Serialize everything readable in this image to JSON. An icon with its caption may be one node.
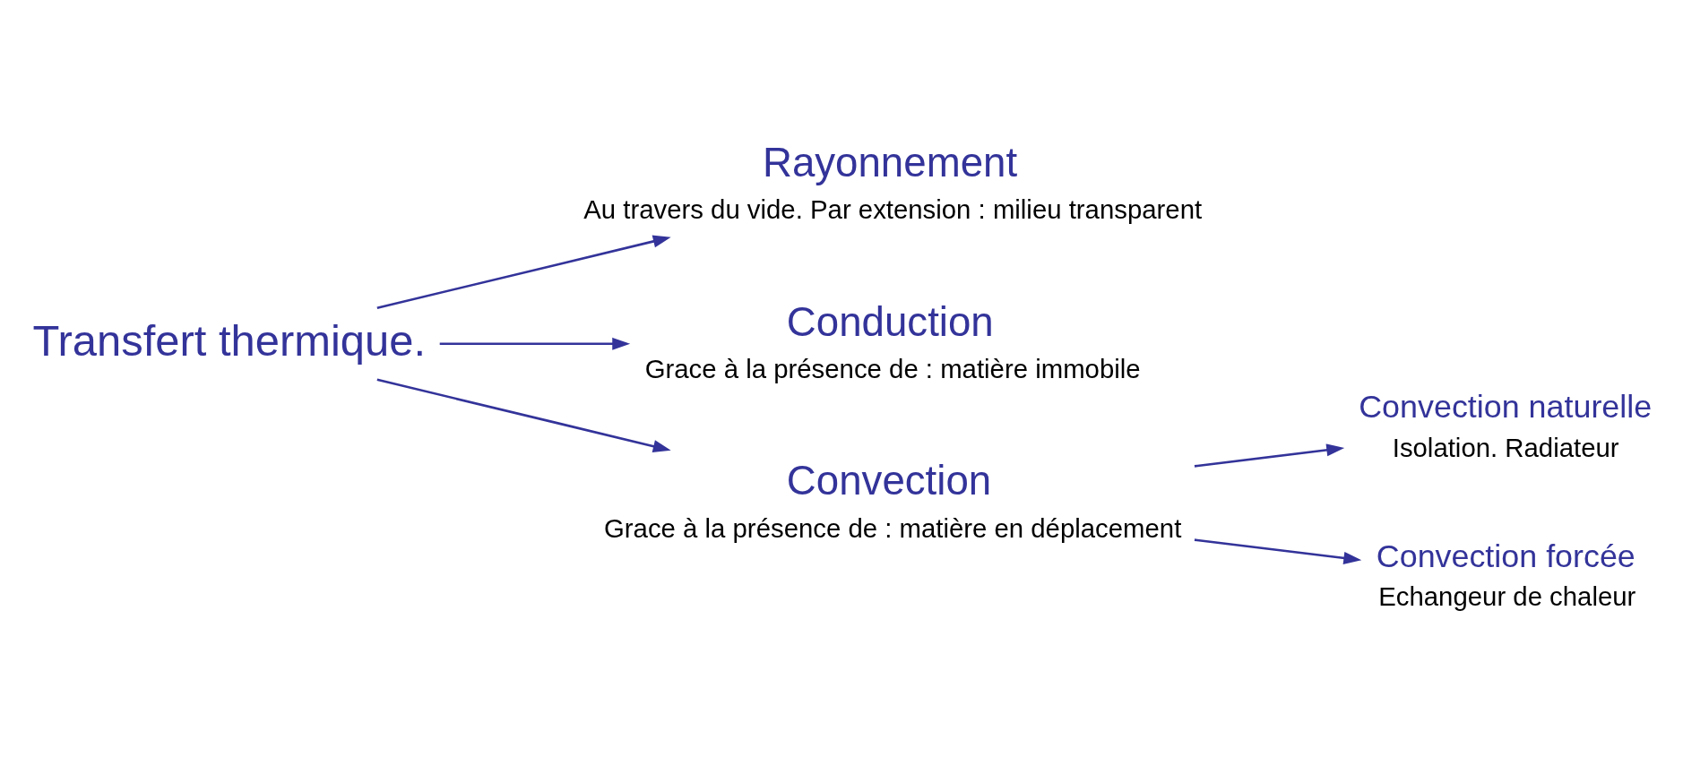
{
  "diagram": {
    "nodes": [
      {
        "text": [
          "Transfert thermique."
        ]
      },
      {
        "text": [
          "Rayonnement"
        ],
        "beside": [
          "Au travers du vide. Par extension : milieu transparent"
        ]
      },
      {
        "text": [
          "Conduction"
        ],
        "beside": [
          "Grace à la présence de : matière immobile"
        ]
      },
      {
        "text": [
          "Convection"
        ],
        "beside": [
          "Grace à la présence de : matière en déplacement"
        ]
      },
      {
        "text": [
          "Convection naturelle"
        ],
        "beside": [
          "Isolation. Radiateur"
        ]
      },
      {
        "text": [
          "Convection forcée"
        ],
        "beside": [
          "Echangeur de chaleur"
        ]
      }
    ],
    "edges": [
      {
        "from": 0,
        "to": 1,
        "arrow": "to"
      },
      {
        "from": 0,
        "to": 2,
        "arrow": "to"
      },
      {
        "from": 0,
        "to": 3,
        "arrow": "to"
      },
      {
        "from": 3,
        "to": 4,
        "arrow": "to"
      },
      {
        "from": 3,
        "to": 5,
        "arrow": "to"
      }
    ]
  }
}
